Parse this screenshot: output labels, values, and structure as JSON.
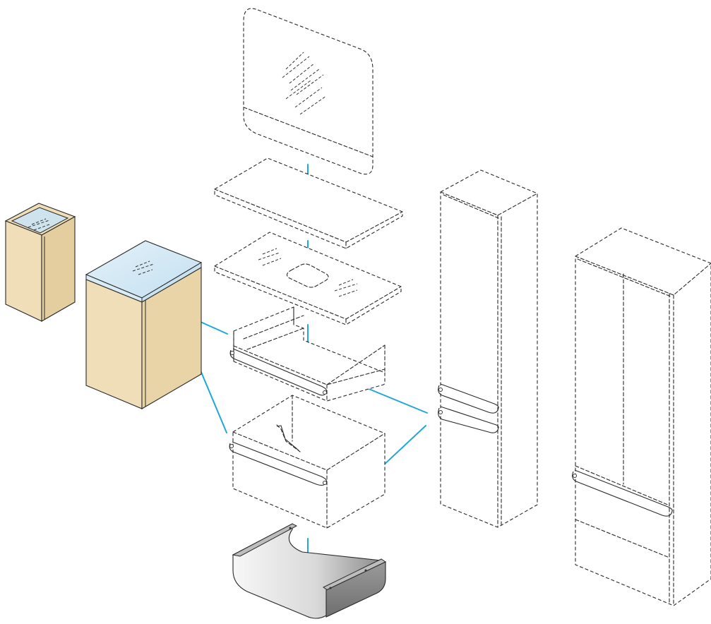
{
  "colors": {
    "connector": "#1fa8d8",
    "wood": "#f0deb8",
    "wood_dark": "#e4cd9f",
    "glass_top": "#cfe6f3",
    "steel_light": "#f4f4f4",
    "steel_dark": "#8e8e8e",
    "outline": "#2a2a2a"
  },
  "parts": [
    {
      "id": "mirror",
      "style": "dashed"
    },
    {
      "id": "countertop-plain",
      "style": "dashed"
    },
    {
      "id": "countertop-with-basin",
      "style": "dashed"
    },
    {
      "id": "vanity-drawer-top",
      "style": "dashed"
    },
    {
      "id": "vanity-drawer-bottom",
      "style": "dashed"
    },
    {
      "id": "steel-base-frame",
      "style": "solid"
    },
    {
      "id": "tall-cabinet-single",
      "style": "dashed"
    },
    {
      "id": "tall-cabinet-double",
      "style": "dashed"
    },
    {
      "id": "side-cabinet-small",
      "style": "solid"
    },
    {
      "id": "side-cabinet-large",
      "style": "solid"
    }
  ]
}
